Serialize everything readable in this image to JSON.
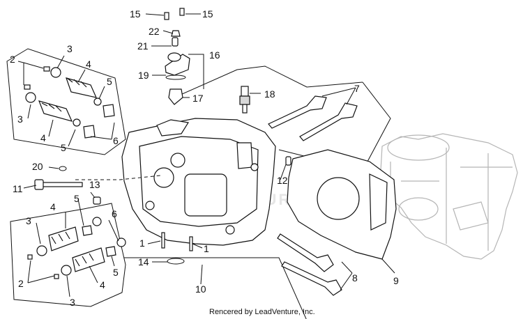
{
  "diagram": {
    "callouts": [
      "15",
      "15",
      "22",
      "21",
      "16",
      "19",
      "17",
      "18",
      "7",
      "2",
      "3",
      "4",
      "5",
      "3",
      "6",
      "4",
      "5",
      "20",
      "11",
      "13",
      "12",
      "5",
      "4",
      "3",
      "6",
      "1",
      "1",
      "14",
      "5",
      "2",
      "4",
      "3",
      "10",
      "8",
      "9"
    ],
    "watermark": "LEADVENTURE",
    "credit": "Rencered by LeadVenture, Inc."
  }
}
